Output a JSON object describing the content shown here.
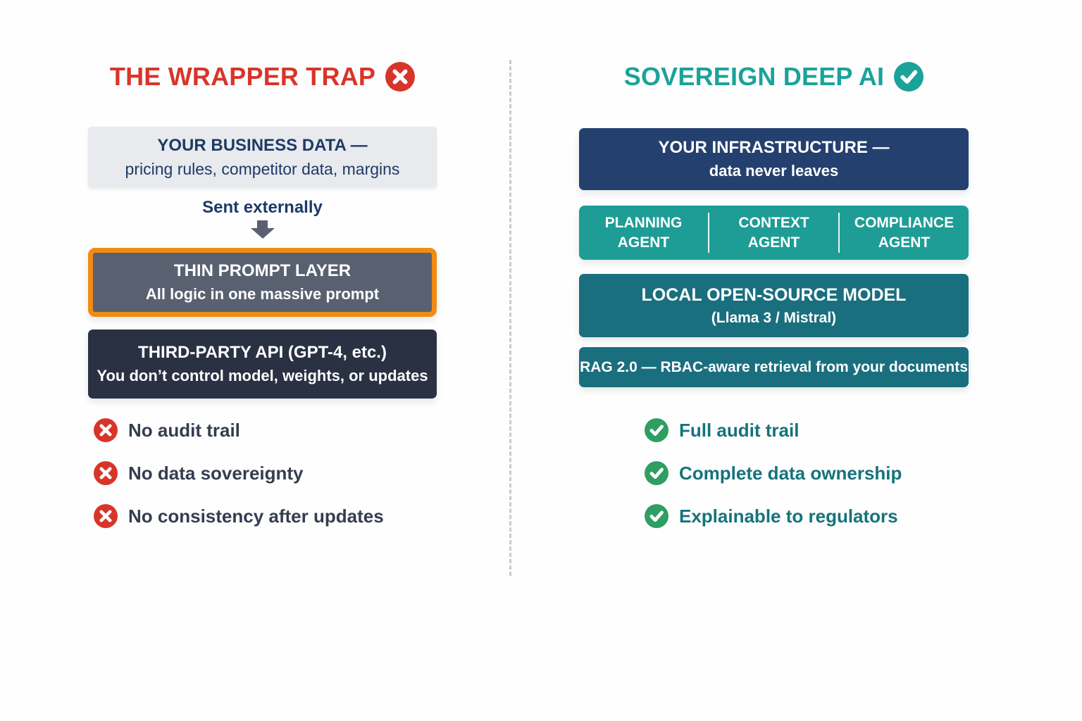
{
  "left": {
    "title": "THE WRAPPER TRAP",
    "title_icon": "x-circle-icon",
    "data_box": {
      "title": "YOUR BUSINESS DATA —",
      "subtitle": "pricing rules, competitor data, margins"
    },
    "flow_label": "Sent externally",
    "flow_icon": "down-arrow-icon",
    "prompt_box": {
      "title": "THIN PROMPT LAYER",
      "subtitle": "All logic in one massive prompt"
    },
    "api_box": {
      "title": "THIRD-PARTY API (GPT-4, etc.)",
      "subtitle": "You don’t control model, weights, or updates"
    },
    "bullet_icon": "x-circle-icon",
    "bullets": [
      "No audit trail",
      "No data sovereignty",
      "No consistency after updates"
    ]
  },
  "right": {
    "title": "SOVEREIGN DEEP AI",
    "title_icon": "check-circle-icon",
    "infra_box": {
      "title": "YOUR INFRASTRUCTURE —",
      "subtitle": "data never leaves"
    },
    "agents": [
      {
        "line1": "PLANNING",
        "line2": "AGENT"
      },
      {
        "line1": "CONTEXT",
        "line2": "AGENT"
      },
      {
        "line1": "COMPLIANCE",
        "line2": "AGENT"
      }
    ],
    "model_box": {
      "title": "LOCAL OPEN-SOURCE MODEL",
      "subtitle": "(Llama 3 / Mistral)"
    },
    "rag_box": {
      "label": "RAG 2.0",
      "text": " — RBAC-aware retrieval from your documents"
    },
    "bullet_icon": "check-circle-icon",
    "bullets": [
      "Full audit trail",
      "Complete data ownership",
      "Explainable to regulators"
    ]
  },
  "colors": {
    "accent_red": "#d8352a",
    "accent_teal": "#1ba29a",
    "navy_text": "#1e3a66",
    "bullet_navy": "#353d4f",
    "light_box_bg": "#e8eaee",
    "orange_border": "#f08c14",
    "slate_box": "#596171",
    "api_box": "#2a3143",
    "infra_navy": "#24406e",
    "agents_teal": "#1d9d95",
    "deep_teal": "#1a6f7e",
    "green": "#2f9e62",
    "teal_text": "#15737b",
    "arrow_gray": "#5a6070",
    "divider": "#c7cbd4"
  }
}
